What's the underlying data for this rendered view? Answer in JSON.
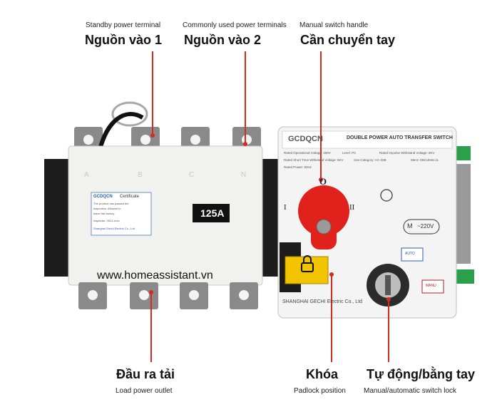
{
  "labels": {
    "standby_en": "Standby power terminal",
    "standby_vi": "Nguồn vào 1",
    "common_en": "Commonly used power terminals",
    "common_vi": "Nguồn vào 2",
    "handle_en": "Manual switch handle",
    "handle_vi": "Cần chuyển tay",
    "load_vi": "Đầu ra tải",
    "load_en": "Load power outlet",
    "padlock_vi": "Khóa",
    "padlock_en": "Padlock position",
    "auto_vi": "Tự động/bằng tay",
    "auto_en": "Manual/automatic switch lock"
  },
  "device": {
    "brand": "GCDQCN",
    "panel_title": "DOUBLE POWER AUTO TRANSFER SWITCH",
    "spec_line1a": "Rated Operational Voltage: 400V",
    "spec_line1b": "Level: PC",
    "spec_line1c": "Rated Impulse Withstand Voltage: 8KV",
    "spec_line2a": "Rated Short Time Withstand Voltage: 5KV",
    "spec_line2b": "Use Category: AC-33B",
    "spec_line2c": "Ment: GB/14048.11",
    "spec_line3": "Rated Power: 50Hz",
    "rating": "125A",
    "pos_o": "O",
    "pos_i": "I",
    "pos_ii": "II",
    "voltage": "~220V",
    "voltage_symbol": "M",
    "auto_tag": "AUTO",
    "manual_tag": "MANU",
    "maker": "SHANGHAI GECHI Electric Co., Ltd",
    "cert_title": "Certificate",
    "cert_brand": "GCDQCN",
    "cert_line1": "The product has passed the",
    "cert_line2": "inspection, Allowed to",
    "cert_line3": "leave the factory",
    "cert_line4": "Inspector: 2021.xxxx",
    "cert_line5": "Shanghai Gechi Electric Co., Ltd",
    "terminal_letters": [
      "A",
      "B",
      "C",
      "N"
    ]
  },
  "watermark": "www.homeassistant.vn",
  "colors": {
    "callout_red": "#d62a1f",
    "body_white": "#f1f1ef",
    "side_black": "#1c1c1c",
    "handle_red": "#e0211c",
    "padlock_yellow": "#f2c400",
    "rail_green": "#2aa04a"
  }
}
